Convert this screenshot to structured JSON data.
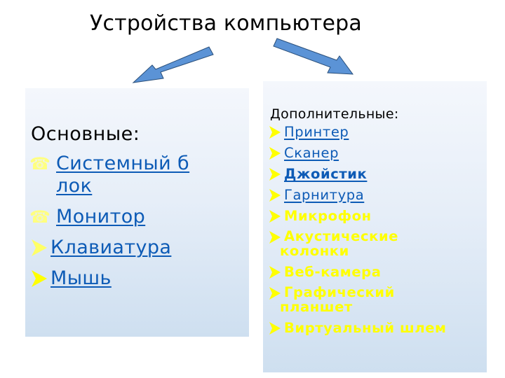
{
  "title": "Устройства компьютера",
  "colors": {
    "arrow_fill": "#5b93d6",
    "arrow_stroke": "#2a4f7a",
    "link": "#0d5bb6",
    "bullet_yellow": "#ffff00",
    "phone_bullet": "#ffff80",
    "panel_top": "#f4f7fc",
    "panel_bottom": "#cedff0"
  },
  "left_panel": {
    "heading": "Основные:",
    "items": [
      {
        "bullet": "phone-icon",
        "line1": "Системный б",
        "line2": "лок"
      },
      {
        "bullet": "phone-icon",
        "line1": "Монитор"
      },
      {
        "bullet": "arrow-bullet-icon",
        "line1": "Клавиатура"
      },
      {
        "bullet": "arrow-bullet-icon",
        "line1": "Мышь"
      }
    ]
  },
  "right_panel": {
    "heading": "Дополнительные:",
    "items": [
      {
        "bullet": "arrow-bullet-icon",
        "line1": "Принтер",
        "style": "link"
      },
      {
        "bullet": "arrow-bullet-icon",
        "line1": "Сканер",
        "style": "link"
      },
      {
        "bullet": "arrow-bullet-icon",
        "line1": "Джойстик",
        "style": "link-bold"
      },
      {
        "bullet": "arrow-bullet-icon",
        "line1": "Гарнитура",
        "style": "link"
      },
      {
        "bullet": "arrow-bullet-icon",
        "line1": "Микрофон",
        "style": "yellow"
      },
      {
        "bullet": "arrow-bullet-icon",
        "line1": "Акустические",
        "line2": "колонки",
        "style": "yellow"
      },
      {
        "bullet": "arrow-bullet-icon",
        "line1": "Веб-камера",
        "style": "yellow"
      },
      {
        "bullet": "arrow-bullet-icon",
        "line1": "Графический",
        "line2": "планшет",
        "style": "yellow"
      },
      {
        "bullet": "arrow-bullet-icon",
        "line1": "Виртуальный шлем",
        "style": "yellow"
      }
    ]
  }
}
